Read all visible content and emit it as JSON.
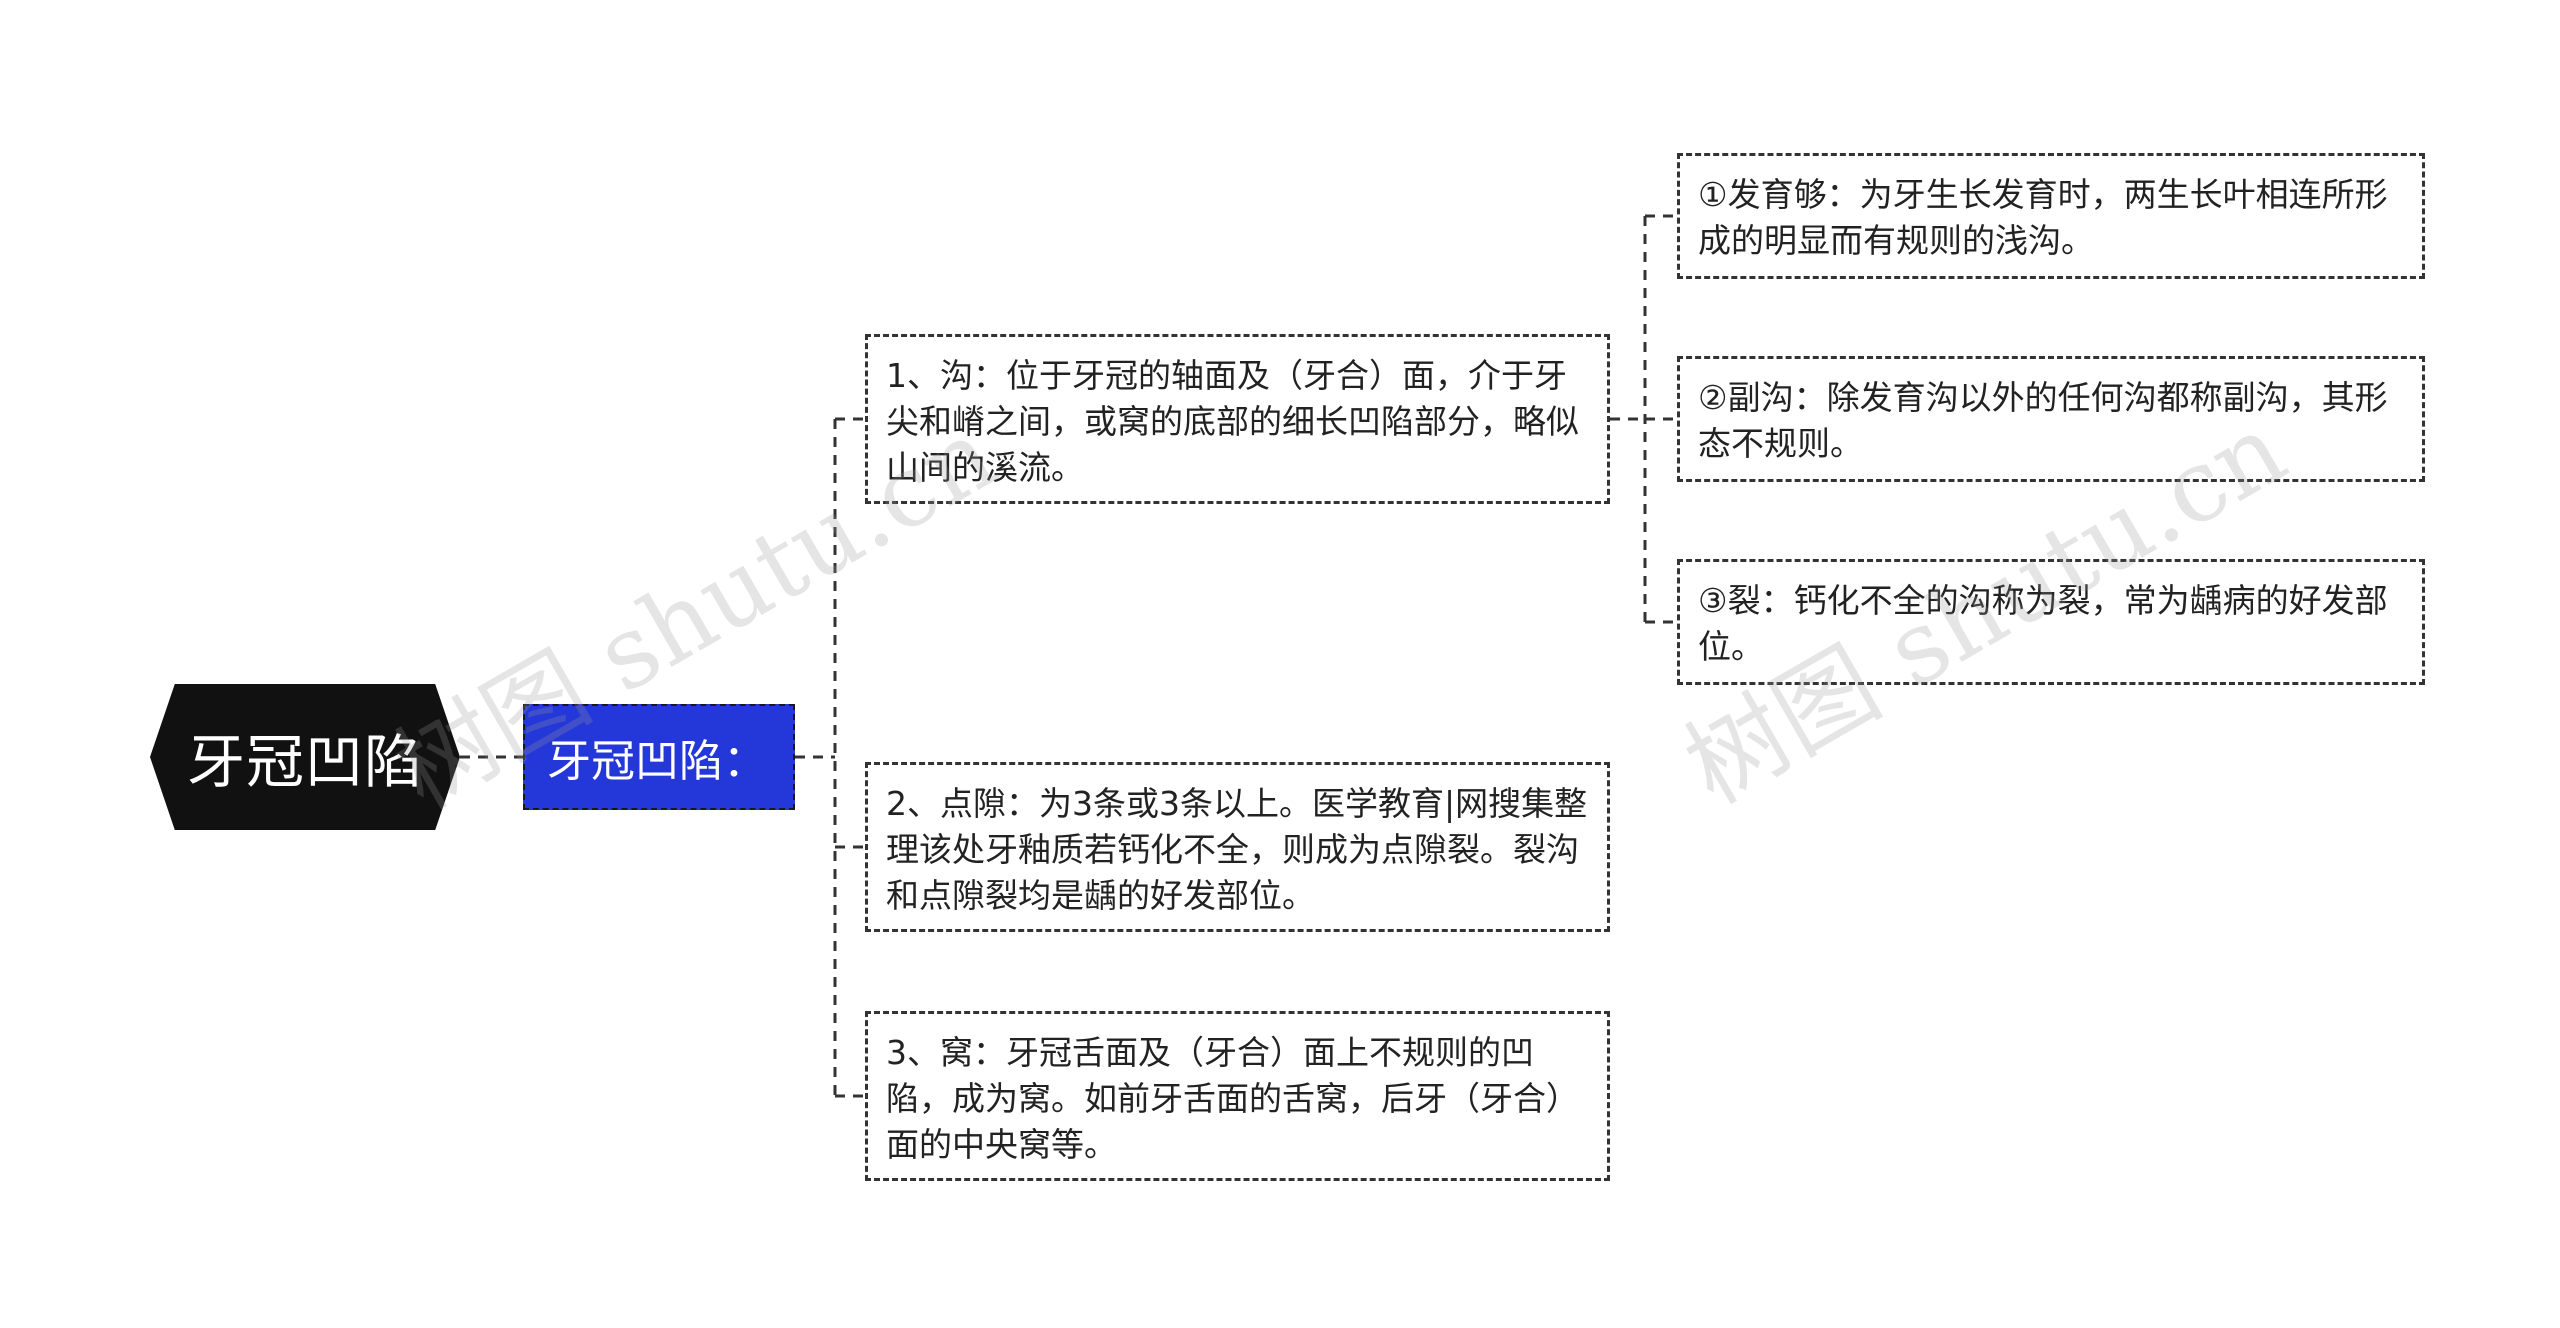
{
  "mindmap": {
    "root": {
      "label": "牙冠凹陷"
    },
    "level1": {
      "label": "牙冠凹陷："
    },
    "children": [
      {
        "text": "1、沟：位于牙冠的轴面及（牙合）面，介于牙尖和嵴之间，或窝的底部的细长凹陷部分，略似山间的溪流。"
      },
      {
        "text": "2、点隙：为3条或3条以上。医学教育|网搜集整理该处牙釉质若钙化不全，则成为点隙裂。裂沟和点隙裂均是龋的好发部位。"
      },
      {
        "text": "3、窝：牙冠舌面及（牙合）面上不规则的凹陷，成为窝。如前牙舌面的舌窝，后牙（牙合）面的中央窝等。"
      }
    ],
    "subchildren": [
      {
        "text": "①发育够：为牙生长发育时，两生长叶相连所形成的明显而有规则的浅沟。"
      },
      {
        "text": "②副沟：除发育沟以外的任何沟都称副沟，其形态不规则。"
      },
      {
        "text": "③裂：钙化不全的沟称为裂，常为龋病的好发部位。"
      }
    ]
  },
  "watermark": {
    "text": "树图 shutu.cn"
  },
  "colors": {
    "root_bg": "#111111",
    "level1_bg": "#2438d9",
    "border": "#333333"
  }
}
